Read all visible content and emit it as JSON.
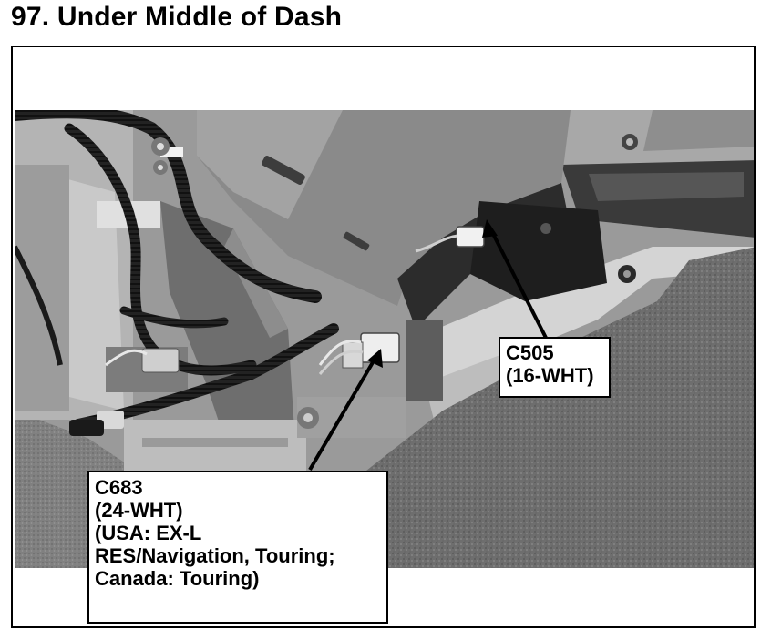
{
  "page": {
    "title": "97. Under Middle of Dash"
  },
  "photo": {
    "subject": "connector-location-photo",
    "tone": "#7a7a7a"
  },
  "callouts": {
    "c505": {
      "lines": [
        "C505",
        "(16-WHT)"
      ]
    },
    "c683": {
      "lines": [
        "C683",
        "(24-WHT)",
        "(USA: EX-L",
        "RES/Navigation, Touring;",
        "Canada: Touring)"
      ]
    }
  }
}
